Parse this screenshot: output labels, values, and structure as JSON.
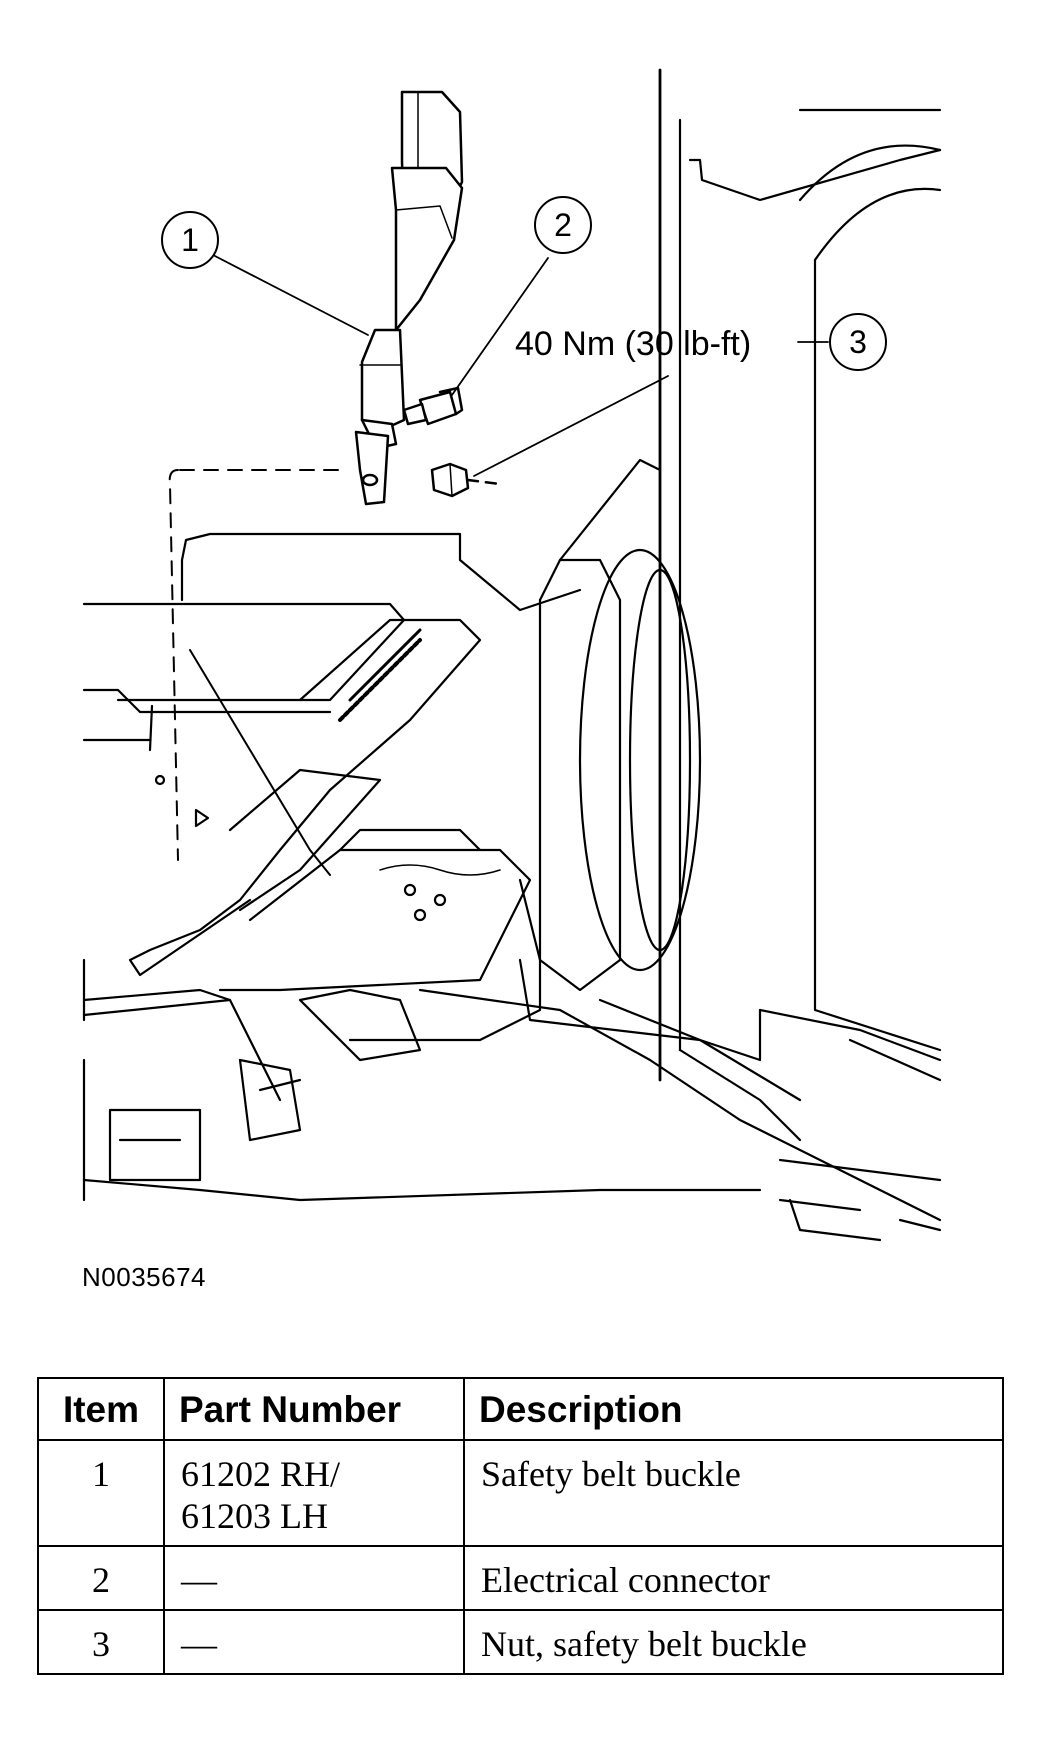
{
  "callouts": [
    {
      "num": "1"
    },
    {
      "num": "2"
    },
    {
      "num": "3",
      "torque": "40 Nm (30 lb-ft)"
    }
  ],
  "figure_id": "N0035674",
  "table": {
    "headers": {
      "item": "Item",
      "part_number": "Part Number",
      "description": "Description"
    },
    "rows": [
      {
        "item": "1",
        "part_number": [
          "61202 RH/",
          "61203 LH"
        ],
        "description": "Safety belt buckle"
      },
      {
        "item": "2",
        "part_number": [
          "—"
        ],
        "description": "Electrical connector"
      },
      {
        "item": "3",
        "part_number": [
          "—"
        ],
        "description": "Nut, safety belt buckle"
      }
    ]
  }
}
